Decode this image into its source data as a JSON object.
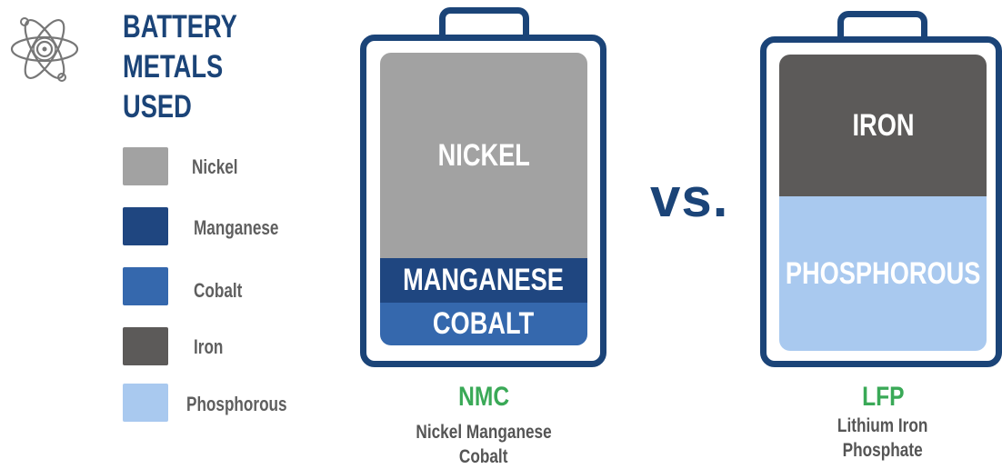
{
  "header": {
    "icon": "atom-icon",
    "title_lines": [
      "BATTERY",
      "METALS",
      "USED"
    ]
  },
  "legend": [
    {
      "label": "Nickel",
      "color": "#a2a2a2"
    },
    {
      "label": "Manganese",
      "color": "#1f4680"
    },
    {
      "label": "Cobalt",
      "color": "#3568ad"
    },
    {
      "label": "Iron",
      "color": "#5c5a59"
    },
    {
      "label": "Phosphorous",
      "color": "#a9c9ef"
    }
  ],
  "comparison_word": "vs.",
  "batteries": [
    {
      "name": "NMC",
      "subtitle_lines": [
        "Nickel Manganese",
        "Cobalt"
      ],
      "segments": [
        {
          "label": "NICKEL",
          "color": "#a2a2a2"
        },
        {
          "label": "MANGANESE",
          "color": "#1f4680"
        },
        {
          "label": "COBALT",
          "color": "#3568ad"
        }
      ]
    },
    {
      "name": "LFP",
      "subtitle_lines": [
        "Lithium Iron",
        "Phosphate"
      ],
      "segments": [
        {
          "label": "IRON",
          "color": "#5c5a59"
        },
        {
          "label": "PHOSPHOROUS",
          "color": "#a9c9ef"
        }
      ]
    }
  ],
  "colors": {
    "navy": "#1b4478",
    "green": "#3aa957",
    "label_gray": "#5f5f5f"
  }
}
